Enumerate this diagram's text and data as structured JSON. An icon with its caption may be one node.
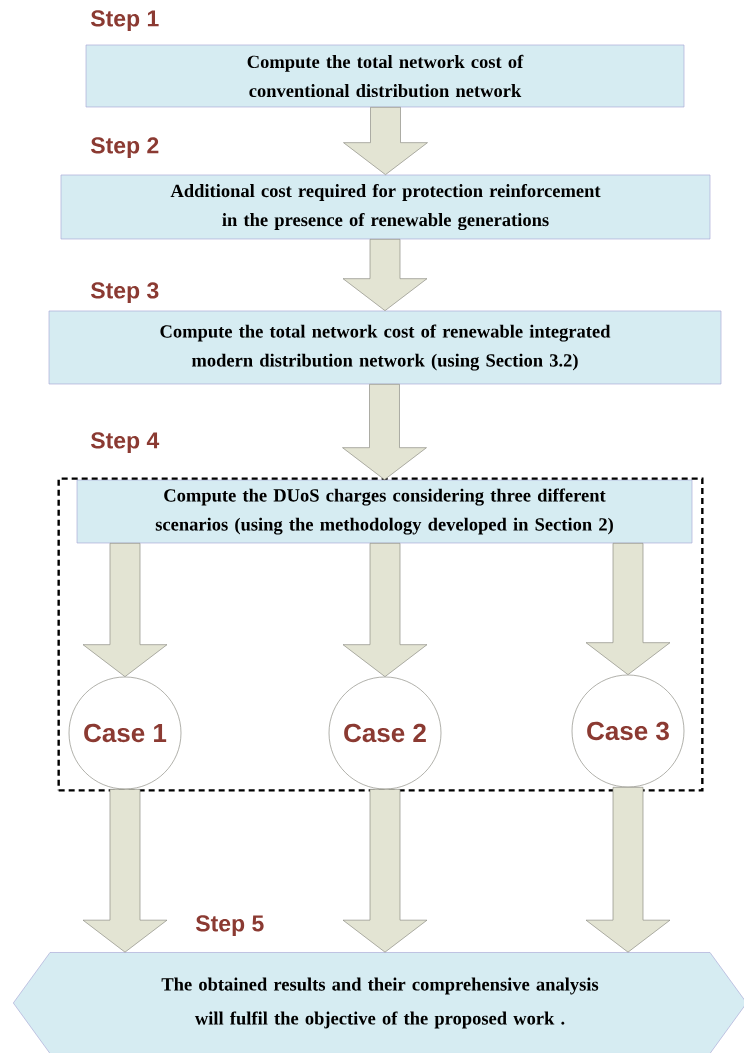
{
  "diagram": {
    "nodes": [
      {
        "text": [
          "Compute the total network cost of conventional distribution network"
        ],
        "beside": [
          "Step 1"
        ]
      },
      {
        "text": [
          "Additional cost required for protection reinforcement in the presence of renewable generations"
        ],
        "beside": [
          "Step 2"
        ]
      },
      {
        "text": [
          "Compute the total network cost  of renewable integrated modern distribution network  (using  Section 3.2)"
        ],
        "beside": [
          "Step 3"
        ]
      },
      {
        "text": [
          "Step 4"
        ]
      },
      {
        "text": [
          "Compute the DUoS charges considering three different scenarios (using the methodology developed in Section 2)"
        ],
        "in": 3
      },
      {
        "text": [
          "Case 1"
        ],
        "in": 3
      },
      {
        "text": [
          "Case 2"
        ],
        "in": 3
      },
      {
        "text": [
          "Case 3"
        ],
        "in": 3
      },
      {
        "text": [
          "The obtained results and their comprehensive analysis will fulfil the objective of the proposed work ."
        ],
        "beside": [
          "Step 5"
        ]
      }
    ],
    "edges": [
      {
        "from": 0,
        "to": 1,
        "arrow": "to"
      },
      {
        "from": 1,
        "to": 2,
        "arrow": "to"
      },
      {
        "from": 2,
        "to": 4,
        "arrow": "to"
      },
      {
        "from": 4,
        "to": 5,
        "arrow": "to"
      },
      {
        "from": 4,
        "to": 6,
        "arrow": "to"
      },
      {
        "from": 4,
        "to": 7,
        "arrow": "to"
      },
      {
        "from": 5,
        "to": 8,
        "arrow": "to"
      },
      {
        "from": 6,
        "to": 8,
        "arrow": "to"
      },
      {
        "from": 7,
        "to": 8,
        "arrow": "to"
      }
    ]
  }
}
